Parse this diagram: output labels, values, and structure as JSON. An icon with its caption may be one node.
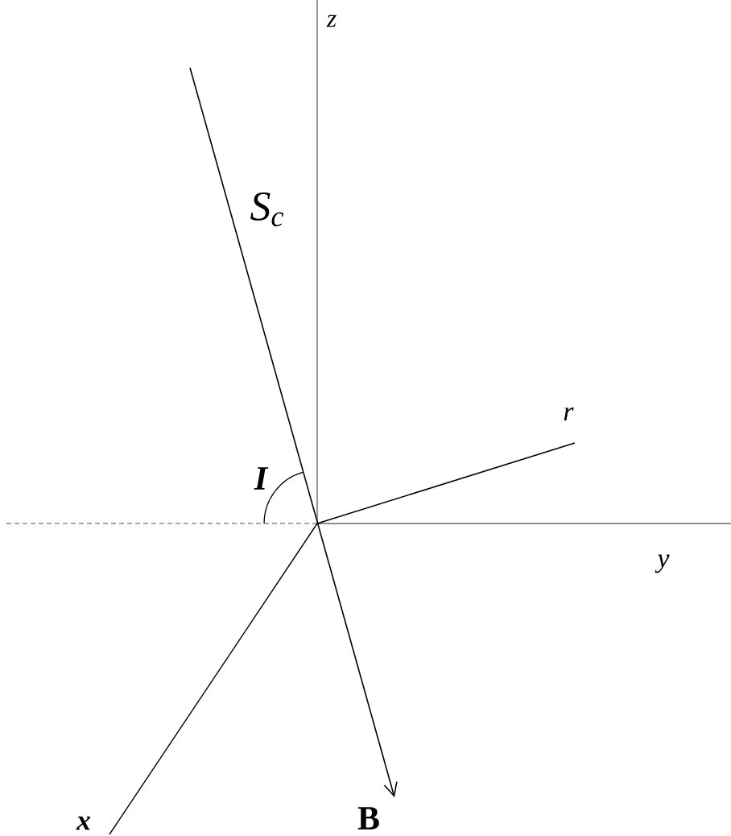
{
  "diagram": {
    "labels": [
      "z",
      "S$_{c}$",
      "r",
      "I",
      "y",
      "x",
      "B"
    ]
  }
}
